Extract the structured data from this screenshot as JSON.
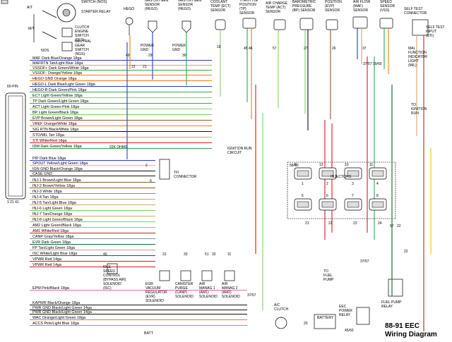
{
  "title": [
    "88-91 EEC",
    "Wiring Diagram"
  ],
  "top_labels": {
    "switch_nos": "SWITCH (NOS)",
    "starter_relay": "STARTER RELAY",
    "at": "A/T",
    "mt": "M/T",
    "clutch_switch": [
      "CLUTCH",
      "ENGINE",
      "SWITCH",
      "(CES)"
    ],
    "neutral_gear": [
      "NEUTRAL",
      "GEAR",
      "SWITCH",
      "(NGS)"
    ],
    "nos": "NOS",
    "hego": "HEGO",
    "oxygen_sensor_1": [
      "GAS OXYGEN",
      "SENSOR",
      "(HEGO)"
    ],
    "oxygen_sensor_2": [
      "GAS OXYGEN",
      "SENSOR",
      "(HEGO)"
    ],
    "power_gnd_1": [
      "POWER",
      "GND"
    ],
    "power_gnd_2": [
      "POWER",
      "GND"
    ],
    "coolant": [
      "COOLANT",
      "TEMP (ECT)",
      "SENSOR"
    ],
    "throttle": [
      "THROTTLE",
      "POSITION",
      "(TP)",
      "SENSOR"
    ],
    "air_charge": [
      "AIR CHARGE",
      "TEMP (ACT)",
      "SENSOR"
    ],
    "barometric": [
      "BAROMETRIC",
      "PRESSURE",
      "(BP) SENSOR"
    ],
    "position_evp": [
      "POSITION",
      "(EVP)",
      "SENSOR"
    ],
    "air_flow": [
      "AIR FLOW",
      "(MAF)",
      "SENSOR"
    ],
    "speed": [
      "SPEED",
      "SENSOR",
      "(VSS)"
    ],
    "self_test": [
      "SELF TEST",
      "CONNECTOR"
    ],
    "self_test_input": [
      "SELF TEST",
      "INPUT",
      "(STI)"
    ],
    "mil": [
      "MAL",
      "FUNCTION",
      "INDICATOR",
      "LIGHT",
      "(MIL)"
    ],
    "to_ignition": [
      "TO",
      "IGNITION",
      "RUN"
    ],
    "pin60": "60-PIN",
    "pin_row": "1  21  41",
    "ignition_run": [
      "IGNITION RUN",
      "CIRCUIT"
    ],
    "ohms": "22K OHMS",
    "tfi": [
      "TFI",
      "CONNECTOR"
    ],
    "injectors": "INJECTORS",
    "inj_top_nums": [
      "1",
      "2",
      "3",
      "4"
    ],
    "inj_bot_nums": [
      "5",
      "6",
      "7",
      "8"
    ],
    "idle_speed": [
      "IDLE",
      "SPEED",
      "CONTROL",
      "(BYPASS AIR)",
      "SOLENOID",
      "(ISC)"
    ],
    "egr": [
      "EGR",
      "VACUUM",
      "REGULATOR",
      "(EVR)",
      "SOLENOID"
    ],
    "canister": [
      "CANISTER",
      "PURGE",
      "(CANP)",
      "SOLENOID"
    ],
    "air_manag_1": [
      "AIR",
      "MANAG 1",
      "(AM1)",
      "SOLENOID"
    ],
    "air_manag_2": [
      "AIR",
      "MANAG 2",
      "(AM2)",
      "SOLENOID"
    ],
    "to_fuel_pump": [
      "TO",
      "FUEL",
      "PUMP"
    ],
    "fuel_pump_relay": [
      "FUEL PUMP",
      "RELAY"
    ],
    "eec_power": [
      "EEC",
      "POWER",
      "RELAY"
    ],
    "ac_clutch": [
      "A/C",
      "CLUTCH"
    ],
    "battery": "BATTERY",
    "batt": "BATT"
  },
  "wire_numbers": {
    "n49": "49",
    "n29": "29",
    "n30": "30",
    "n18": "18",
    "n45": "45",
    "n46": "46",
    "n57": "57",
    "n27": "27",
    "n26": "26",
    "n37": "37",
    "n9": "9",
    "n12": "12",
    "n10": "10",
    "n11": "11",
    "n21": "21",
    "n22": "22",
    "n23": "23",
    "n24": "24",
    "n2": "2",
    "n6": "6",
    "n22b": "22",
    "n57b": "57",
    "n23b": "23",
    "n21b": "21",
    "n40": "40",
    "n31": "31",
    "n33": "33",
    "n51": "51",
    "n11b": "11",
    "n32": "32",
    "n37b": "37/57",
    "n37c": "37/57",
    "n22c": "22",
    "n20": "20",
    "n45b": "45/60",
    "n5860": "58/60",
    "n3960": "39/60",
    "n37t": "37/57"
  },
  "wires": [
    {
      "name": "MAF",
      "desc": "Dark Blue/Orange 18ga"
    },
    {
      "name": "MAFRTN",
      "desc": "Tan/Light Blue 18ga"
    },
    {
      "name": "VSSOF+",
      "desc": "Dark Green/White 18ga"
    },
    {
      "name": "VSSOF-",
      "desc": "Orange/Yellow 18ga"
    },
    {
      "name": "HEGO GND",
      "desc": "Orange 18ga"
    },
    {
      "name": "HEGO-L",
      "desc": "Dark Blue/Light Green 18ga"
    },
    {
      "name": "HEGO-R",
      "desc": "Dark Green/Pink 18ga"
    },
    {
      "name": "ECT",
      "desc": "Light Green/Yellow 18ga"
    },
    {
      "name": "TP",
      "desc": "Dark Green/Light Green 18ga"
    },
    {
      "name": "ACT",
      "desc": "Light Green-Pink 18ga"
    },
    {
      "name": "BP",
      "desc": "Light Green/Black 18ga"
    },
    {
      "name": "EVP",
      "desc": "Brown/Light Green 18ga"
    },
    {
      "name": "VREF",
      "desc": "Orange/White 18ga"
    },
    {
      "name": "SIG RTN",
      "desc": "Black/White 18ga"
    },
    {
      "name": "STO/MIL",
      "desc": "Tan 18ga"
    },
    {
      "name": "STI",
      "desc": "White/Red 18ga"
    },
    {
      "name": "IDM",
      "desc": "Dark Green/Yellow 18ga"
    },
    {
      "name": "PIP",
      "desc": "Dark Blue 18ga"
    },
    {
      "name": "SPOUT",
      "desc": "Yellow/Light Green 18ga"
    },
    {
      "name": "IGN GND",
      "desc": "Black/Orange 18ga"
    },
    {
      "name": "CASE GND",
      "desc": ""
    },
    {
      "name": "INJ-1",
      "desc": "Brown/Light Blue 18ga"
    },
    {
      "name": "INJ-2",
      "desc": "Brown/Yellow 18ga"
    },
    {
      "name": "INJ-3",
      "desc": "White 18ga"
    },
    {
      "name": "INJ-4",
      "desc": "Tan 18ga"
    },
    {
      "name": "INJ-5",
      "desc": "Tan/Light Blue 18ga"
    },
    {
      "name": "INJ-6",
      "desc": "Light Green 18ga"
    },
    {
      "name": "INJ-7",
      "desc": "Tan/Orange 18ga"
    },
    {
      "name": "INJ-8",
      "desc": "Light Green/Black 18ga"
    },
    {
      "name": "AM2",
      "desc": "Light Green/Black 18ga"
    },
    {
      "name": "AM1",
      "desc": "White/Red 18ga"
    },
    {
      "name": "CANP",
      "desc": "Gray/Yellow 18ga"
    },
    {
      "name": "EVR",
      "desc": "Dark Green 18ga"
    },
    {
      "name": "FP",
      "desc": "Tan/Light Green 18ga"
    },
    {
      "name": "ISC",
      "desc": "White/Light Blue 18ga"
    },
    {
      "name": "VPWR",
      "desc": "Red 14ga"
    },
    {
      "name": "VPWR",
      "desc": "Red 14ga"
    },
    {
      "name": "EPM",
      "desc": "Pink/Black 18ga"
    },
    {
      "name": "KAPWR",
      "desc": "Black/Orange 18ga"
    },
    {
      "name": "PWR GND",
      "desc": "Black/Light Green 14ga"
    },
    {
      "name": "PWR GND",
      "desc": "Black/Light Green 14ga"
    },
    {
      "name": "WAC",
      "desc": "Orange/Light Green 18ga"
    },
    {
      "name": "ACCS",
      "desc": "Pink/Light Blue 18ga"
    }
  ],
  "colors": {
    "orange": "#e8820c",
    "green": "#2fa84a",
    "lightgreen": "#7fd06b",
    "blue": "#2340c8",
    "red": "#d81c1c",
    "pink": "#e66aa6",
    "yellow": "#e0c814",
    "brown": "#8a5a2b",
    "tan": "#c9a66b",
    "gray": "#8a8a8a",
    "black": "#111111",
    "darkgreen": "#0e6b2a"
  }
}
